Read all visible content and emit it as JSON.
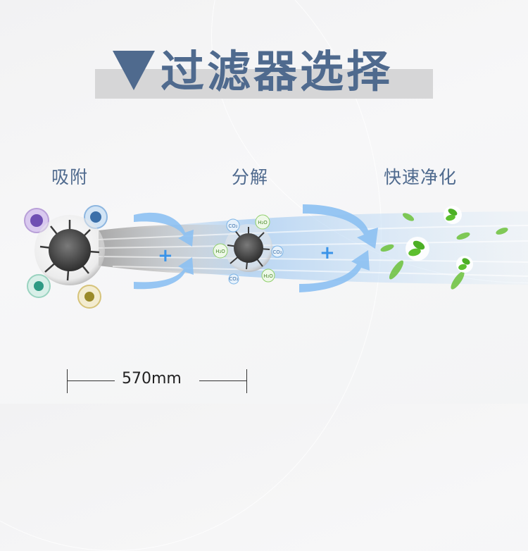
{
  "header": {
    "marker": "▼",
    "title": "过滤器选择"
  },
  "stages": [
    {
      "label": "吸附",
      "icon": "virus-adsorption-icon"
    },
    {
      "label": "分解",
      "icon": "virus-decomposition-icon"
    },
    {
      "label": "快速净化",
      "icon": "leaves-purification-icon"
    }
  ],
  "connectors": [
    {
      "symbol": "+"
    },
    {
      "symbol": "+"
    }
  ],
  "decomposition_molecules": [
    "CO₂",
    "H₂O",
    "H₂O",
    "CO₂",
    "CO₂",
    "H₂O"
  ],
  "dimension": {
    "value": "570mm"
  },
  "colors": {
    "title": "#4f6a8e",
    "title_bar": "#d6d6d7",
    "accent_blue": "#3a93e8",
    "leaf_green": "#5cb82e"
  }
}
